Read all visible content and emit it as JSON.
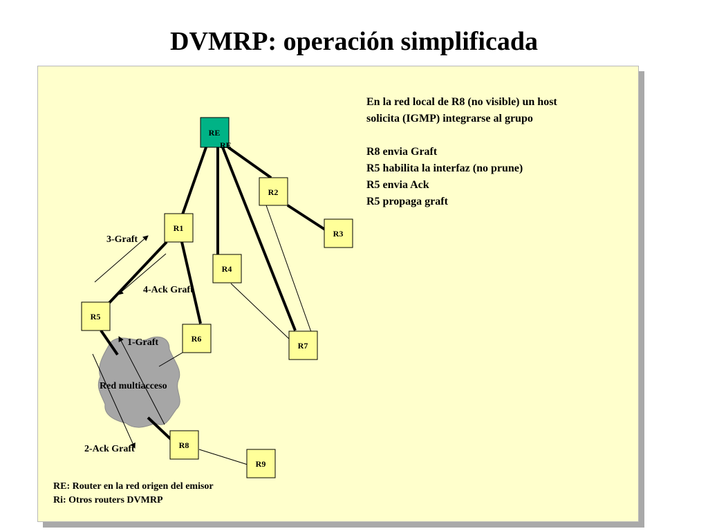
{
  "title": "DVMRP: operación simplificada",
  "description": [
    "En la red local de R8 (no visible) un host",
    "solicita (IGMP) integrarse al grupo",
    "",
    "R8 envia Graft",
    "R5 habilita la interfaz (no prune)",
    "R5 envia Ack",
    "R5 propaga graft"
  ],
  "legend": [
    "RE: Router en la red origen del emisor",
    "Ri: Otros routers DVMRP"
  ],
  "nodes": {
    "re": "RE",
    "re_label": "RE",
    "r1": "R1",
    "r2": "R2",
    "r3": "R3",
    "r4": "R4",
    "r5": "R5",
    "r6": "R6",
    "r7": "R7",
    "r8": "R8",
    "r9": "R9"
  },
  "messages": {
    "graft_1": "1-Graft",
    "ack_2": "2-Ack Graft",
    "graft_3": "3-Graft",
    "ack_4": "4-Ack Graft"
  },
  "cloud_label": "Red multiacceso",
  "colors": {
    "panel": "#ffffcc",
    "router": "#ffff99",
    "source_router": "#00b386",
    "cloud": "#a6a6a6"
  }
}
